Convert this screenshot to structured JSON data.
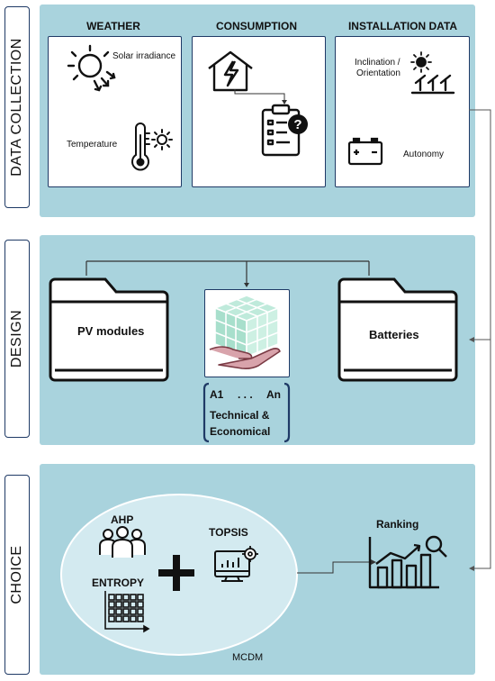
{
  "sections": {
    "data_collection": "DATA COLLECTION",
    "design": "DESIGN",
    "choice": "CHOICE"
  },
  "weather": {
    "title": "WEATHER",
    "solar": "Solar irradiance",
    "temperature": "Temperature"
  },
  "consumption": {
    "title": "CONSUMPTION"
  },
  "installation": {
    "title": "INSTALLATION DATA",
    "inclination_1": "Inclination /",
    "inclination_2": "Orientation",
    "autonomy": "Autonomy"
  },
  "design": {
    "pv": "PV modules",
    "batteries": "Batteries",
    "a1": "A1",
    "dots": ". . .",
    "an": "An",
    "tech_1": "Technical &",
    "tech_2": "Economical"
  },
  "choice": {
    "ahp": "AHP",
    "entropy": "ENTROPY",
    "topsis": "TOPSIS",
    "ranking": "Ranking",
    "mcdm": "MCDM"
  },
  "colors": {
    "panel": "#a9d3dd",
    "border": "#1f3a66",
    "cube": "#bfeadb",
    "hand": "#d8a3ab",
    "ellipse": "#d3eaf0"
  }
}
